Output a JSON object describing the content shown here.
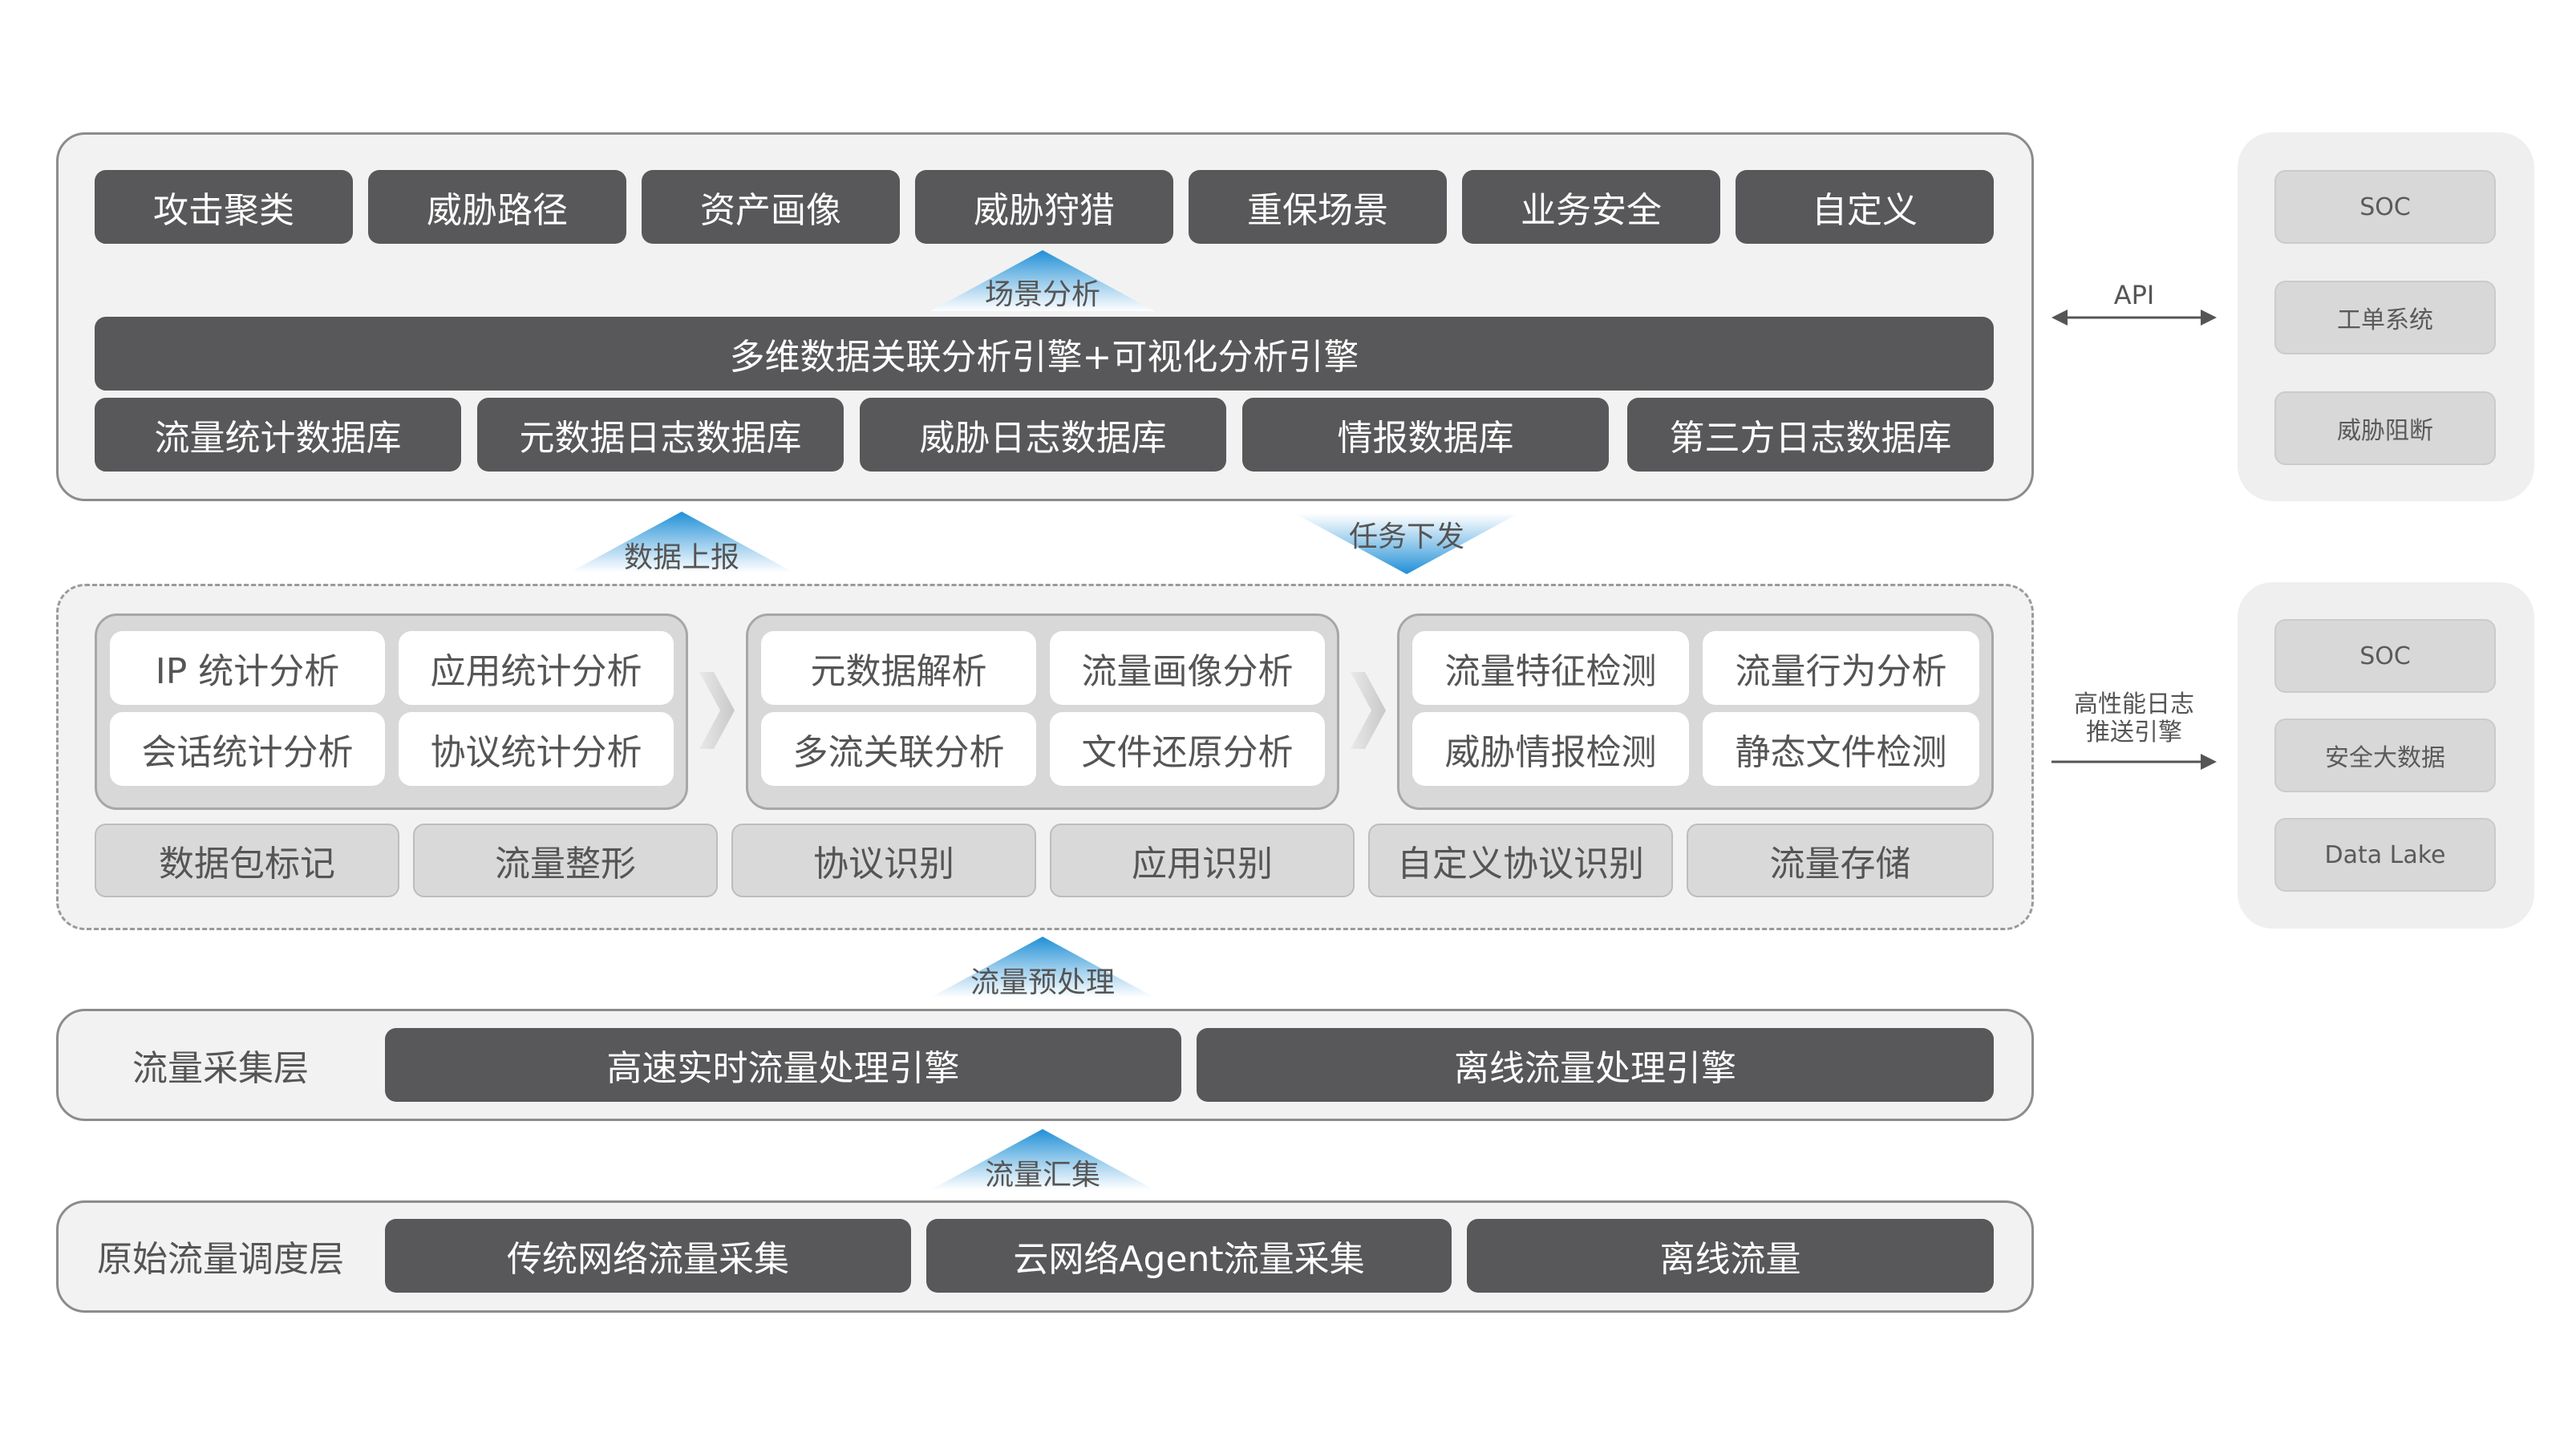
{
  "scenarios": [
    "攻击聚类",
    "威胁路径",
    "资产画像",
    "威胁狩猎",
    "重保场景",
    "业务安全",
    "自定义"
  ],
  "scenario_arrow": "场景分析",
  "engine": "多维数据关联分析引擎+可视化分析引擎",
  "databases": [
    "流量统计数据库",
    "元数据日志数据库",
    "威胁日志数据库",
    "情报数据库",
    "第三方日志数据库"
  ],
  "report_arrow": "数据上报",
  "task_arrow": "任务下发",
  "group1": [
    "IP 统计分析",
    "应用统计分析",
    "会话统计分析",
    "协议统计分析"
  ],
  "group2": [
    "元数据解析",
    "流量画像分析",
    "多流关联分析",
    "文件还原分析"
  ],
  "group3": [
    "流量特征检测",
    "流量行为分析",
    "威胁情报检测",
    "静态文件检测"
  ],
  "base_functions": [
    "数据包标记",
    "流量整形",
    "协议识别",
    "应用识别",
    "自定义协议识别",
    "流量存储"
  ],
  "preprocess_arrow": "流量预处理",
  "collect_layer": {
    "label": "流量采集层",
    "engines": [
      "高速实时流量处理引擎",
      "离线流量处理引擎"
    ]
  },
  "aggregate_arrow": "流量汇集",
  "raw_layer": {
    "label": "原始流量调度层",
    "sources": [
      "传统网络流量采集",
      "云网络Agent流量采集",
      "离线流量"
    ]
  },
  "api_label": "API",
  "side_top": [
    "SOC",
    "工单系统",
    "威胁阻断"
  ],
  "push_label_line1": "高性能日志",
  "push_label_line2": "推送引擎",
  "side_bottom": [
    "SOC",
    "安全大数据",
    "Data Lake"
  ],
  "colors": {
    "dark_box": "#58585a",
    "light_box": "#d9d9d9",
    "panel_bg": "#f2f2f2",
    "arrow_blue": "#1f8fd6"
  }
}
